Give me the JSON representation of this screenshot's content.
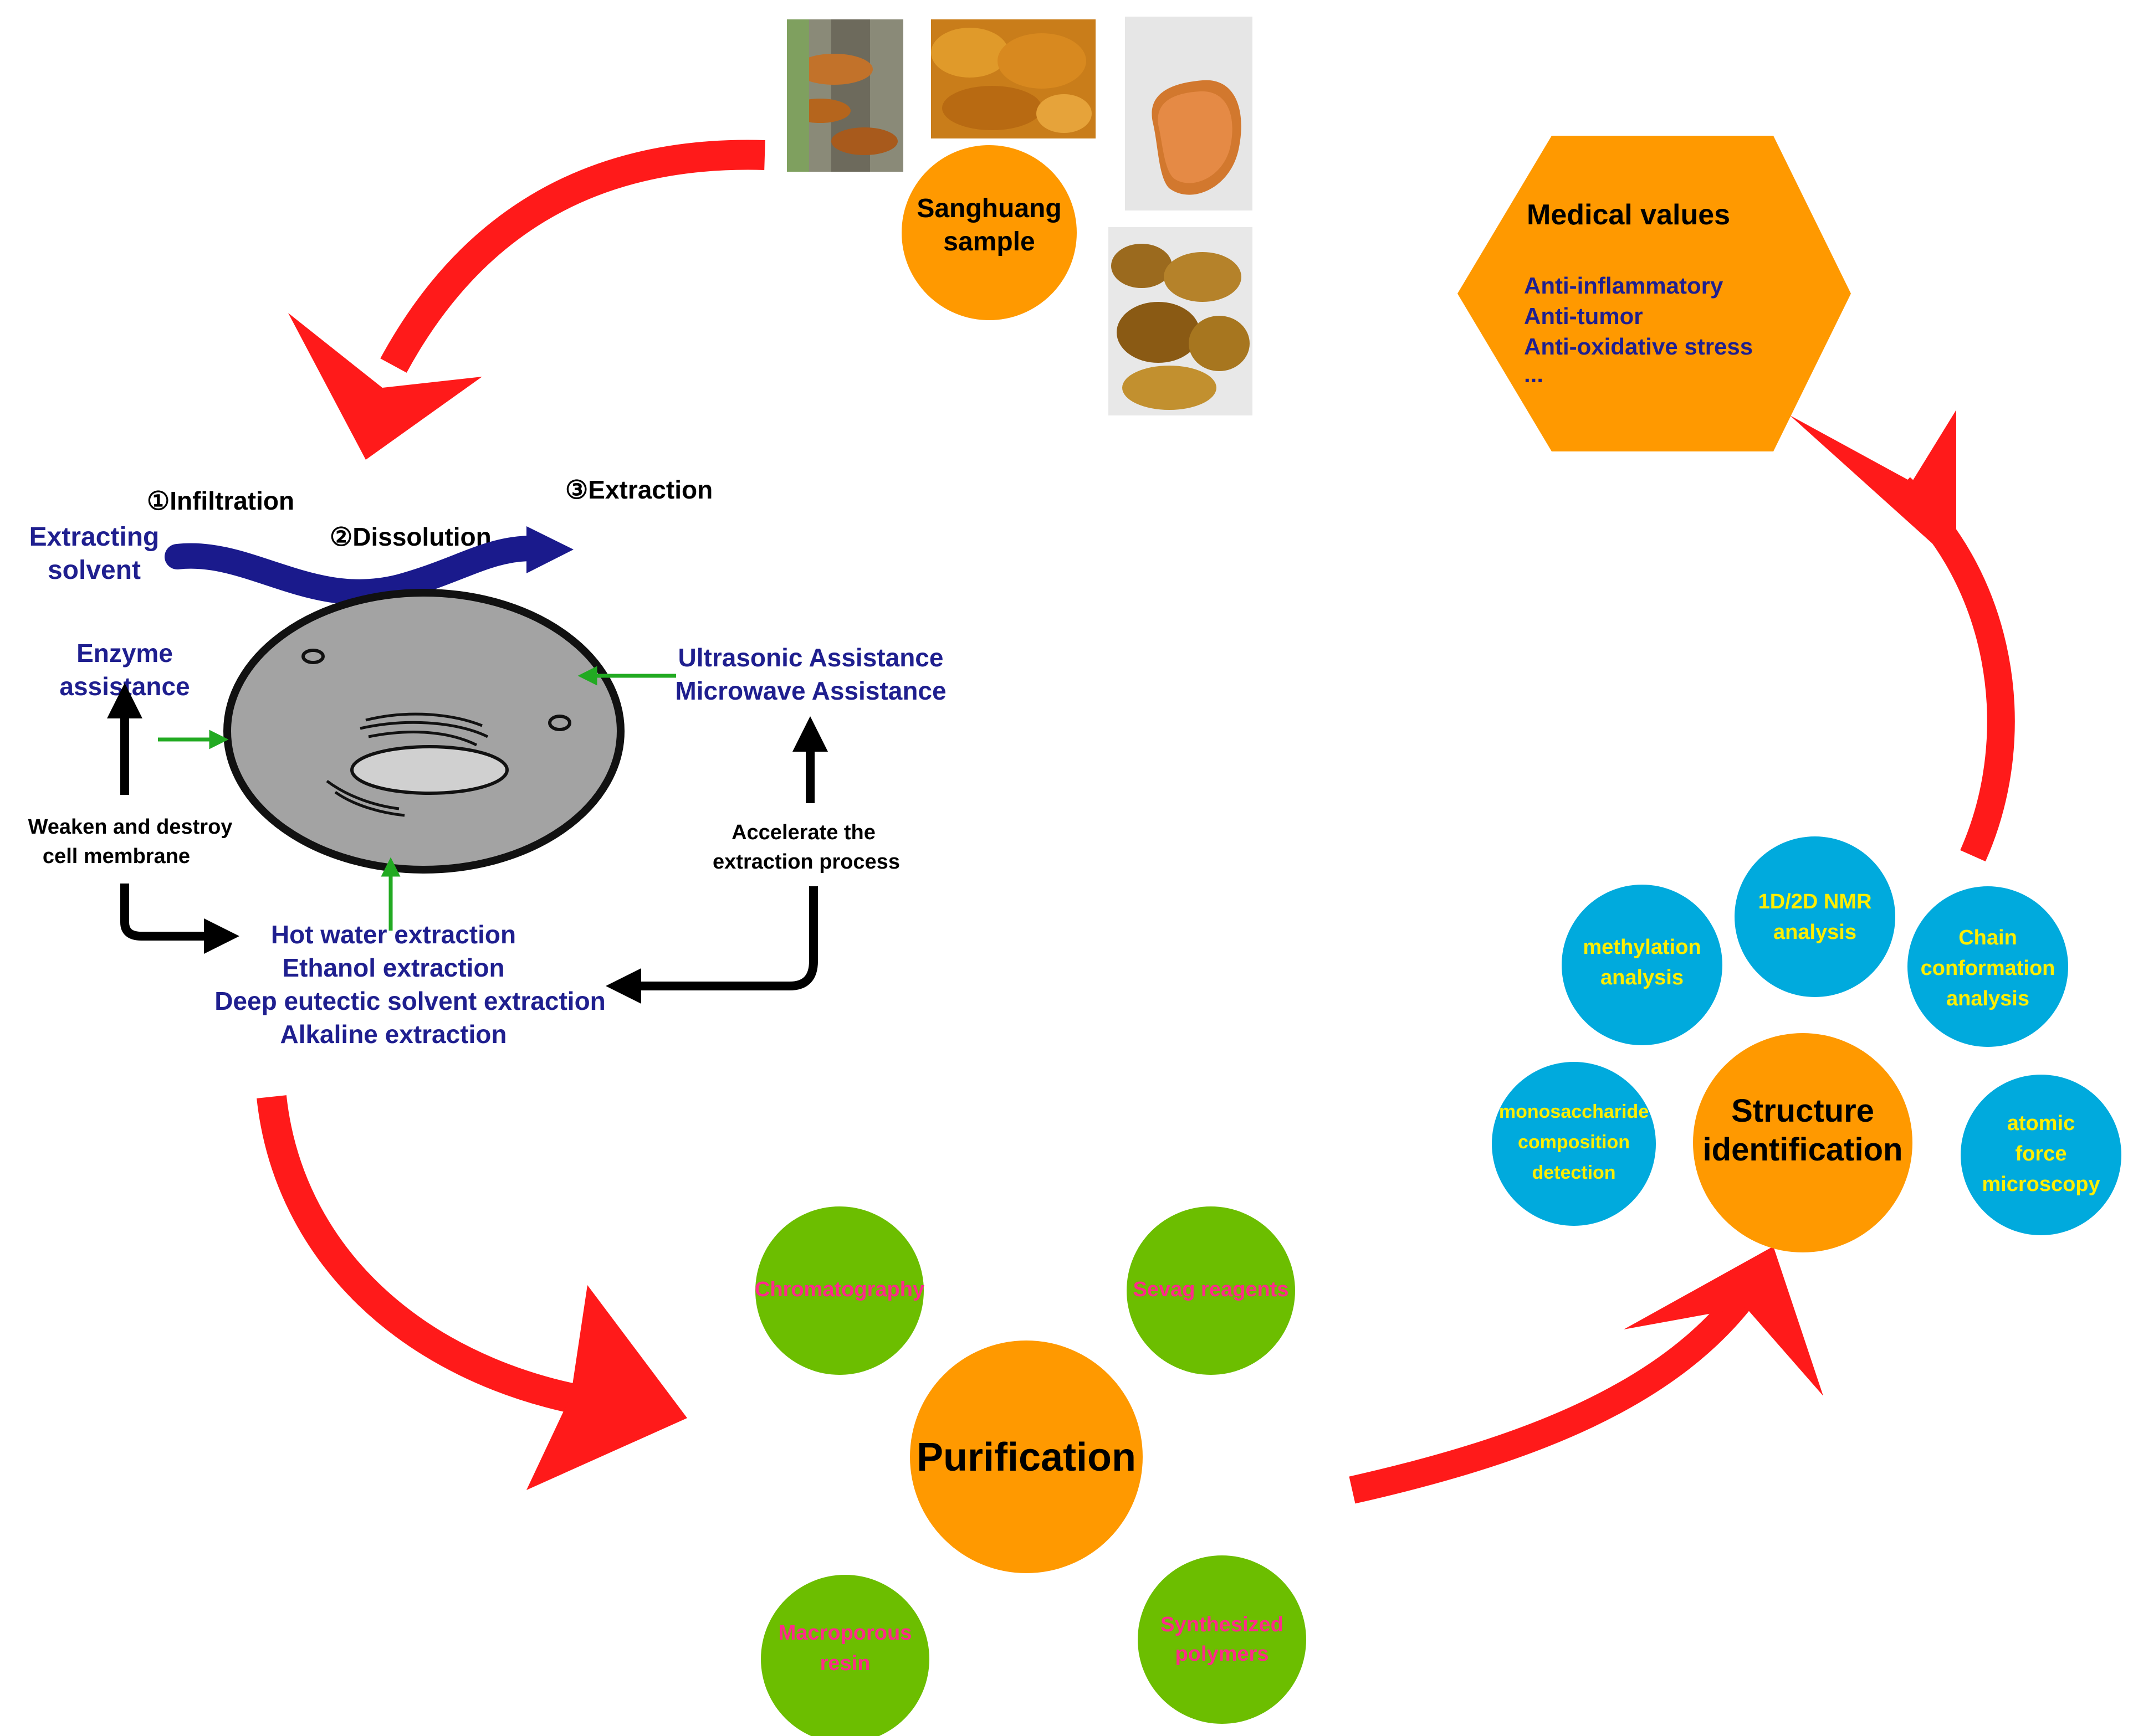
{
  "colors": {
    "arrow_red": "#ff1a1a",
    "hub_orange": "#ff9900",
    "blue_circle": "#00aadd",
    "green_circle": "#6cbe00",
    "navy_text": "#1f1f8f",
    "blue_arrow": "#1a1a8c",
    "green_arrow": "#22aa22",
    "cell_gray": "#a3a3a3",
    "yellow_text": "#ffee00",
    "pink_text": "#ff2a8a"
  },
  "sample": {
    "label_line1": "Sanghuang",
    "label_line2": "sample",
    "photos": [
      "tree-fungus-photo",
      "dried-slices-photo",
      "fruiting-body-photo",
      "dried-pieces-photo"
    ]
  },
  "medical": {
    "title": "Medical values",
    "items": [
      "Anti-inflammatory",
      "Anti-tumor",
      "Anti-oxidative stress",
      "..."
    ]
  },
  "extraction": {
    "steps": {
      "infiltration": "①Infiltration",
      "dissolution": "②Dissolution",
      "extraction": "③Extraction"
    },
    "solvent_line1": "Extracting",
    "solvent_line2": "solvent",
    "enzyme_line1": "Enzyme",
    "enzyme_line2": "assistance",
    "weaken_line1": "Weaken and destroy",
    "weaken_line2": "cell membrane",
    "ultrasonic": "Ultrasonic Assistance",
    "microwave": "Microwave Assistance",
    "accelerate_line1": "Accelerate the",
    "accelerate_line2": "extraction process",
    "methods": [
      "Hot water extraction",
      "Ethanol extraction",
      "Deep eutectic solvent extraction",
      "Alkaline extraction"
    ]
  },
  "purification": {
    "hub": "Purification",
    "chromatography": "Chromatography",
    "sevag": "Sevag reagents",
    "macro_line1": "Macroporous",
    "macro_line2": "resin",
    "synth_line1": "Synthesized",
    "synth_line2": "polymers"
  },
  "structure": {
    "hub_line1": "Structure",
    "hub_line2": "identification",
    "methylation_line1": "methylation",
    "methylation_line2": "analysis",
    "nmr_line1": "1D/2D NMR",
    "nmr_line2": "analysis",
    "chain_line1": "Chain",
    "chain_line2": "conformation",
    "chain_line3": "analysis",
    "mono_line1": "monosaccharide",
    "mono_line2": "composition",
    "mono_line3": "detection",
    "afm_line1": "atomic",
    "afm_line2": "force",
    "afm_line3": "microscopy"
  }
}
